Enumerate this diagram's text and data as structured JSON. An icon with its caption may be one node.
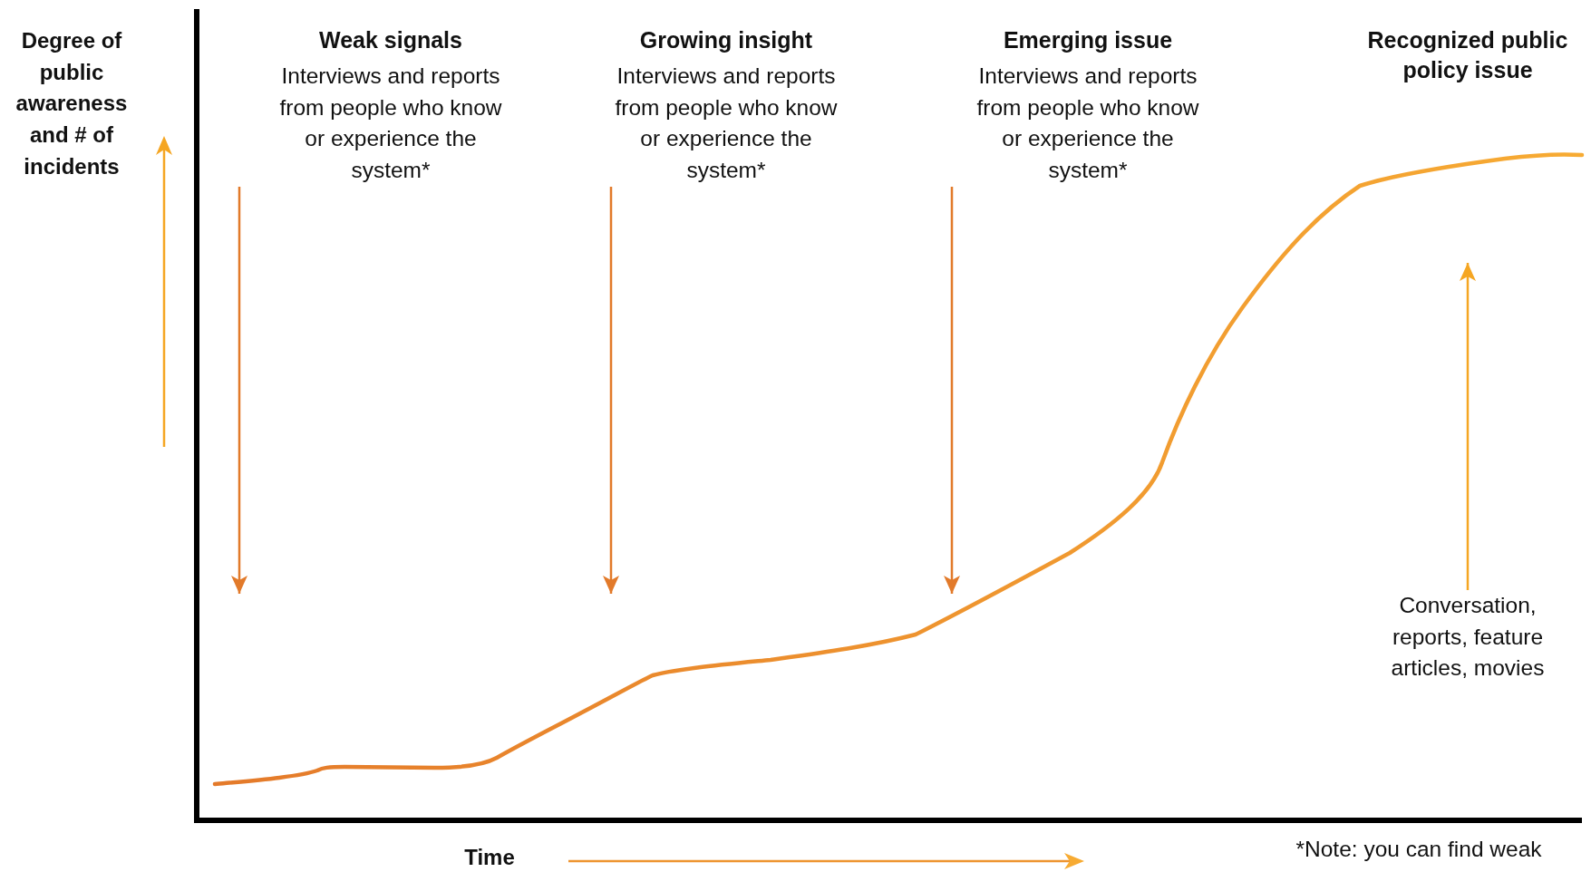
{
  "diagram": {
    "nodes": [
      {
        "text": [
          "Weak signals",
          "Interviews and reports from people who know or experience the system*"
        ]
      },
      {
        "text": [
          "Growing insight",
          "Interviews and reports from people who know or experience the system*"
        ]
      },
      {
        "text": [
          "Emerging issue",
          "Interviews and reports from people who know or experience the system*"
        ]
      },
      {
        "text": [
          "Recognized public policy issue"
        ]
      },
      {
        "text": [
          "Conversation, reports, feature articles, movies"
        ]
      }
    ],
    "edges": [
      {
        "from": 0,
        "to": null,
        "arrow": "to"
      },
      {
        "from": 1,
        "to": null,
        "arrow": "to"
      },
      {
        "from": 2,
        "to": null,
        "arrow": "to"
      },
      {
        "from": 4,
        "to": null,
        "arrow": "to",
        "color": "#f5a623"
      }
    ],
    "labels": [
      "Degree of public awareness and # of incidents",
      "Time",
      "*Note: you can find weak"
    ]
  }
}
